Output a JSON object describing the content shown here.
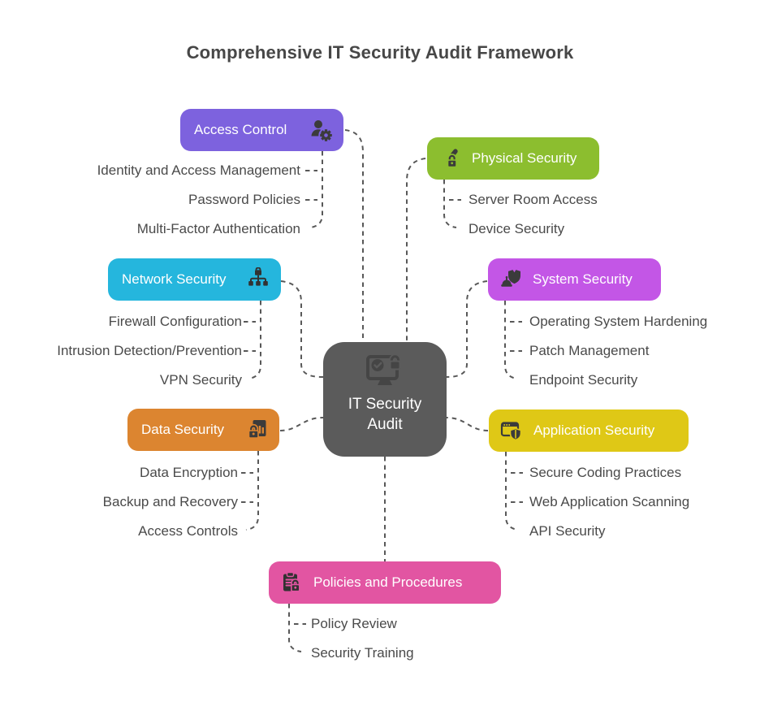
{
  "title": "Comprehensive IT Security Audit Framework",
  "center": {
    "label_lines": [
      "IT Security",
      "Audit"
    ],
    "icon": "monitor-check-lock-icon",
    "color": "#5B5B5B"
  },
  "branches": [
    {
      "id": "access-control",
      "label": "Access Control",
      "color": "#7D62DE",
      "icon": "user-gear-icon",
      "side": "left",
      "items": [
        "Identity and Access Management",
        "Password Policies",
        "Multi-Factor Authentication"
      ]
    },
    {
      "id": "physical-security",
      "label": "Physical Security",
      "color": "#8CBE2F",
      "icon": "pen-lock-icon",
      "side": "right",
      "items": [
        "Server Room Access",
        "Device Security"
      ]
    },
    {
      "id": "network-security",
      "label": "Network Security",
      "color": "#25B6DD",
      "icon": "network-lock-icon",
      "side": "left",
      "items": [
        "Firewall Configuration",
        "Intrusion Detection/Prevention",
        "VPN Security"
      ]
    },
    {
      "id": "system-security",
      "label": "System Security",
      "color": "#C356E6",
      "icon": "shield-device-icon",
      "side": "right",
      "items": [
        "Operating System Hardening",
        "Patch Management",
        "Endpoint Security"
      ]
    },
    {
      "id": "data-security",
      "label": "Data Security",
      "color": "#DC8530",
      "icon": "document-chart-lock-icon",
      "side": "left",
      "items": [
        "Data Encryption",
        "Backup and Recovery",
        "Access Controls"
      ]
    },
    {
      "id": "application-security",
      "label": "Application Security",
      "color": "#DFC816",
      "icon": "browser-shield-icon",
      "side": "right",
      "items": [
        "Secure Coding Practices",
        "Web Application Scanning",
        "API Security"
      ]
    },
    {
      "id": "policies-procedures",
      "label": "Policies and Procedures",
      "color": "#E255A2",
      "icon": "clipboard-lock-icon",
      "side": "bottom",
      "items": [
        "Policy Review",
        "Security Training"
      ]
    }
  ],
  "colors": {
    "background": "#ffffff",
    "connector": "#585858",
    "title_text": "#474747",
    "subtopic_text": "#4a4a4a",
    "node_text": "#ffffff"
  }
}
